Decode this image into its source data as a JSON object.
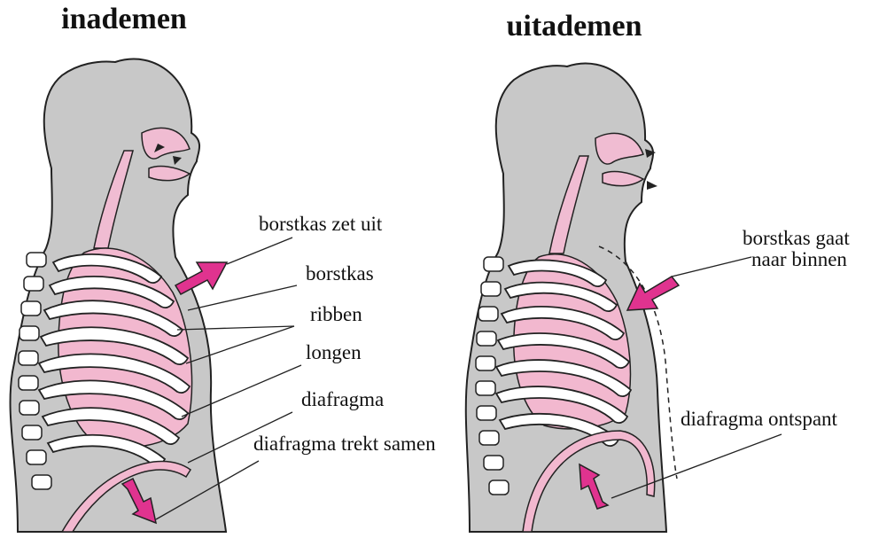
{
  "panels": [
    {
      "title": "inademen",
      "labels": {
        "chest_expands": "borstkas zet uit",
        "chest": "borstkas",
        "ribs": "ribben",
        "lungs": "longen",
        "diaphragm": "diafragma",
        "diaphragm_contracts": "diafragma trekt samen"
      }
    },
    {
      "title": "uitademen",
      "labels": {
        "chest_goes_in_line1": "borstkas gaat",
        "chest_goes_in_line2": "naar binnen",
        "diaphragm_relaxes": "diafragma ontspant"
      }
    }
  ],
  "colors": {
    "body": "#c8c8c8",
    "outline": "#222222",
    "lung": "#f2b8cf",
    "rib": "#ffffff",
    "arrow": "#e0338f",
    "airway": "#f0bcd2"
  }
}
